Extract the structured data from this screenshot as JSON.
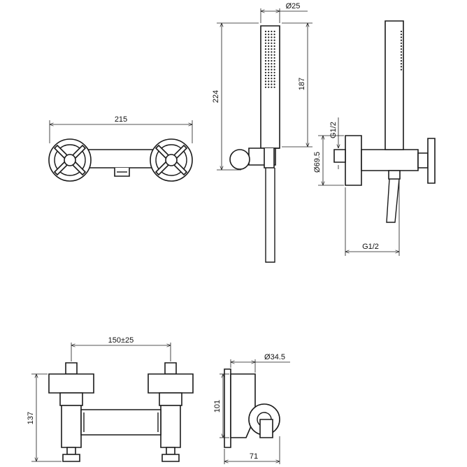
{
  "diagram": {
    "views": {
      "front_top": {
        "dim_width": "215"
      },
      "hand_shower": {
        "dim_diameter": "Ø25",
        "dim_total_height": "224",
        "dim_handle_height": "187"
      },
      "side_top": {
        "dim_connection_top": "G1/2",
        "dim_body_diameter": "Ø69.5",
        "dim_connection_bottom": "G1/2"
      },
      "front_bottom": {
        "dim_center_distance": "150±25",
        "dim_height": "137"
      },
      "holder": {
        "dim_diameter": "Ø34.5",
        "dim_height": "101",
        "dim_depth": "71"
      }
    },
    "colors": {
      "line": "#1a1a1a",
      "background": "#ffffff"
    }
  }
}
